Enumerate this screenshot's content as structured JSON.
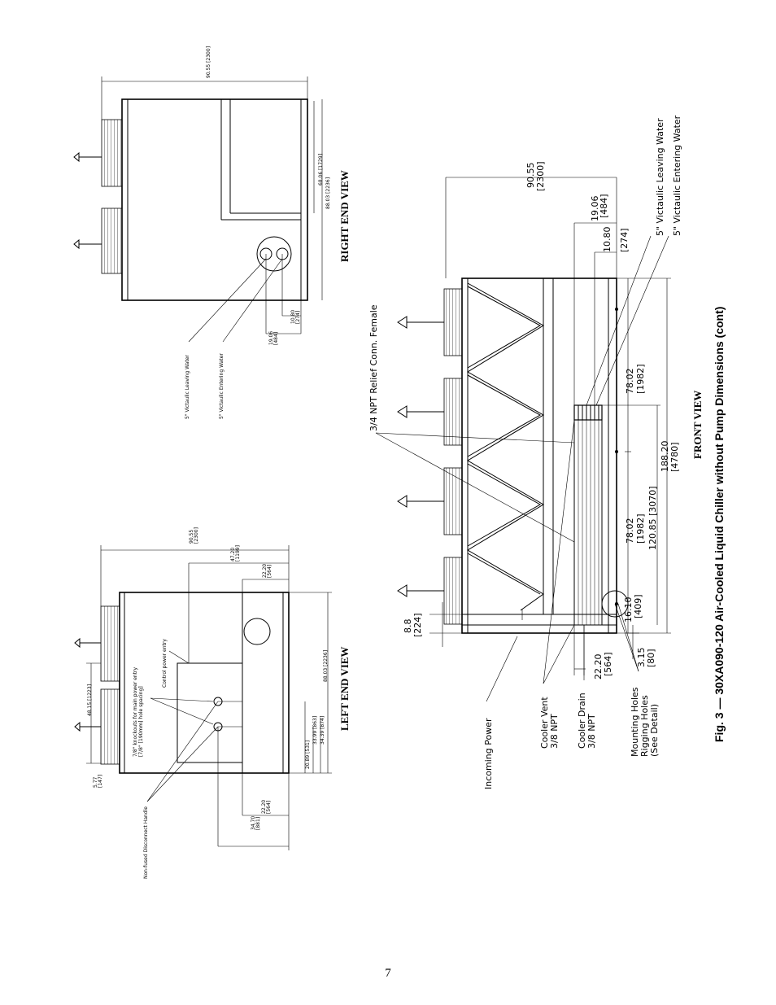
{
  "figure": {
    "caption": "Fig. 3 — 30XA090-120 Air-Cooled Liquid Chiller without Pump Dimensions (cont)",
    "views": {
      "right_end": "RIGHT END VIEW",
      "left_end": "LEFT END VIEW",
      "front": "FRONT VIEW"
    }
  },
  "front_view": {
    "callouts": {
      "relief": "3/4  NPT  Relief  Conn.  Female",
      "leaving": "5\"  Victaulic  Leaving  Water",
      "entering": "5\"  Victaulic  Entering  Water",
      "incoming_power": "Incoming  Power",
      "vent_1": "Cooler  Vent",
      "vent_2": "3/8  NPT",
      "drain_1": "Cooler  Drain",
      "drain_2": "3/8  NPT",
      "mount_1": "Mounting  Holes",
      "mount_2": "Rigging  Holes",
      "mount_3": "(See  Detail)"
    },
    "dims": {
      "d90_55": "90.55",
      "d2300": "[2300]",
      "d19_06": "19.06",
      "d484": "[484]",
      "d10_80": "10.80",
      "d274": "[274]",
      "d78_02a": "78.02",
      "d1982a": "[1982]",
      "d188_20": "188.20",
      "d4780": "[4780]",
      "d120_85": "120.85  [3070]",
      "d78_02b": "78.02",
      "d1982b": "[1982]",
      "d16_10": "16.10",
      "d409": "[409]",
      "d8_8": "8.8",
      "d224": "[224]",
      "d22_20": "22.20",
      "d564": "[564]",
      "d3_15": "3.15",
      "d80": "[80]"
    }
  },
  "right_end_view": {
    "dims": {
      "top": "90.55 [2300]",
      "d68_06": "68.06 [1729]",
      "d88_03": "88.03 [2236]",
      "d10_80": "10.80",
      "d274": "[274]",
      "d19_06": "19.06",
      "d484": "[484]"
    },
    "labels": {
      "leaving": "5\" Victaulic Leaving Water",
      "entering": "5\" Victaulic Entering Water"
    }
  },
  "left_end_view": {
    "dims": {
      "top_a": "90.55",
      "top_b": "[2300]",
      "d47_20a": "47.20",
      "d47_20b": "[1199]",
      "d22_20a": "22.20",
      "d22_20b": "[564]",
      "d88_03": "88.03 [2236]",
      "d48_15": "48.15 [1223]",
      "d5_77a": "5.77",
      "d5_77b": "[147]",
      "d34_70a": "34.70",
      "d34_70b": "[881]",
      "d22_20c": "22.20",
      "d22_20d": "[564]",
      "d20_89": "20.89 [531]",
      "d33_99": "33.99 [863]",
      "d34_39": "34.39 [874]"
    },
    "labels": {
      "knockout_1": "7/8\" knockouts for main power entry",
      "knockout_2": "[7/8\" [190mm] hole spacing]",
      "control": "Control power entry",
      "disconnect": "Non-fused Disconnect Handle"
    }
  },
  "page": {
    "number": "7"
  }
}
